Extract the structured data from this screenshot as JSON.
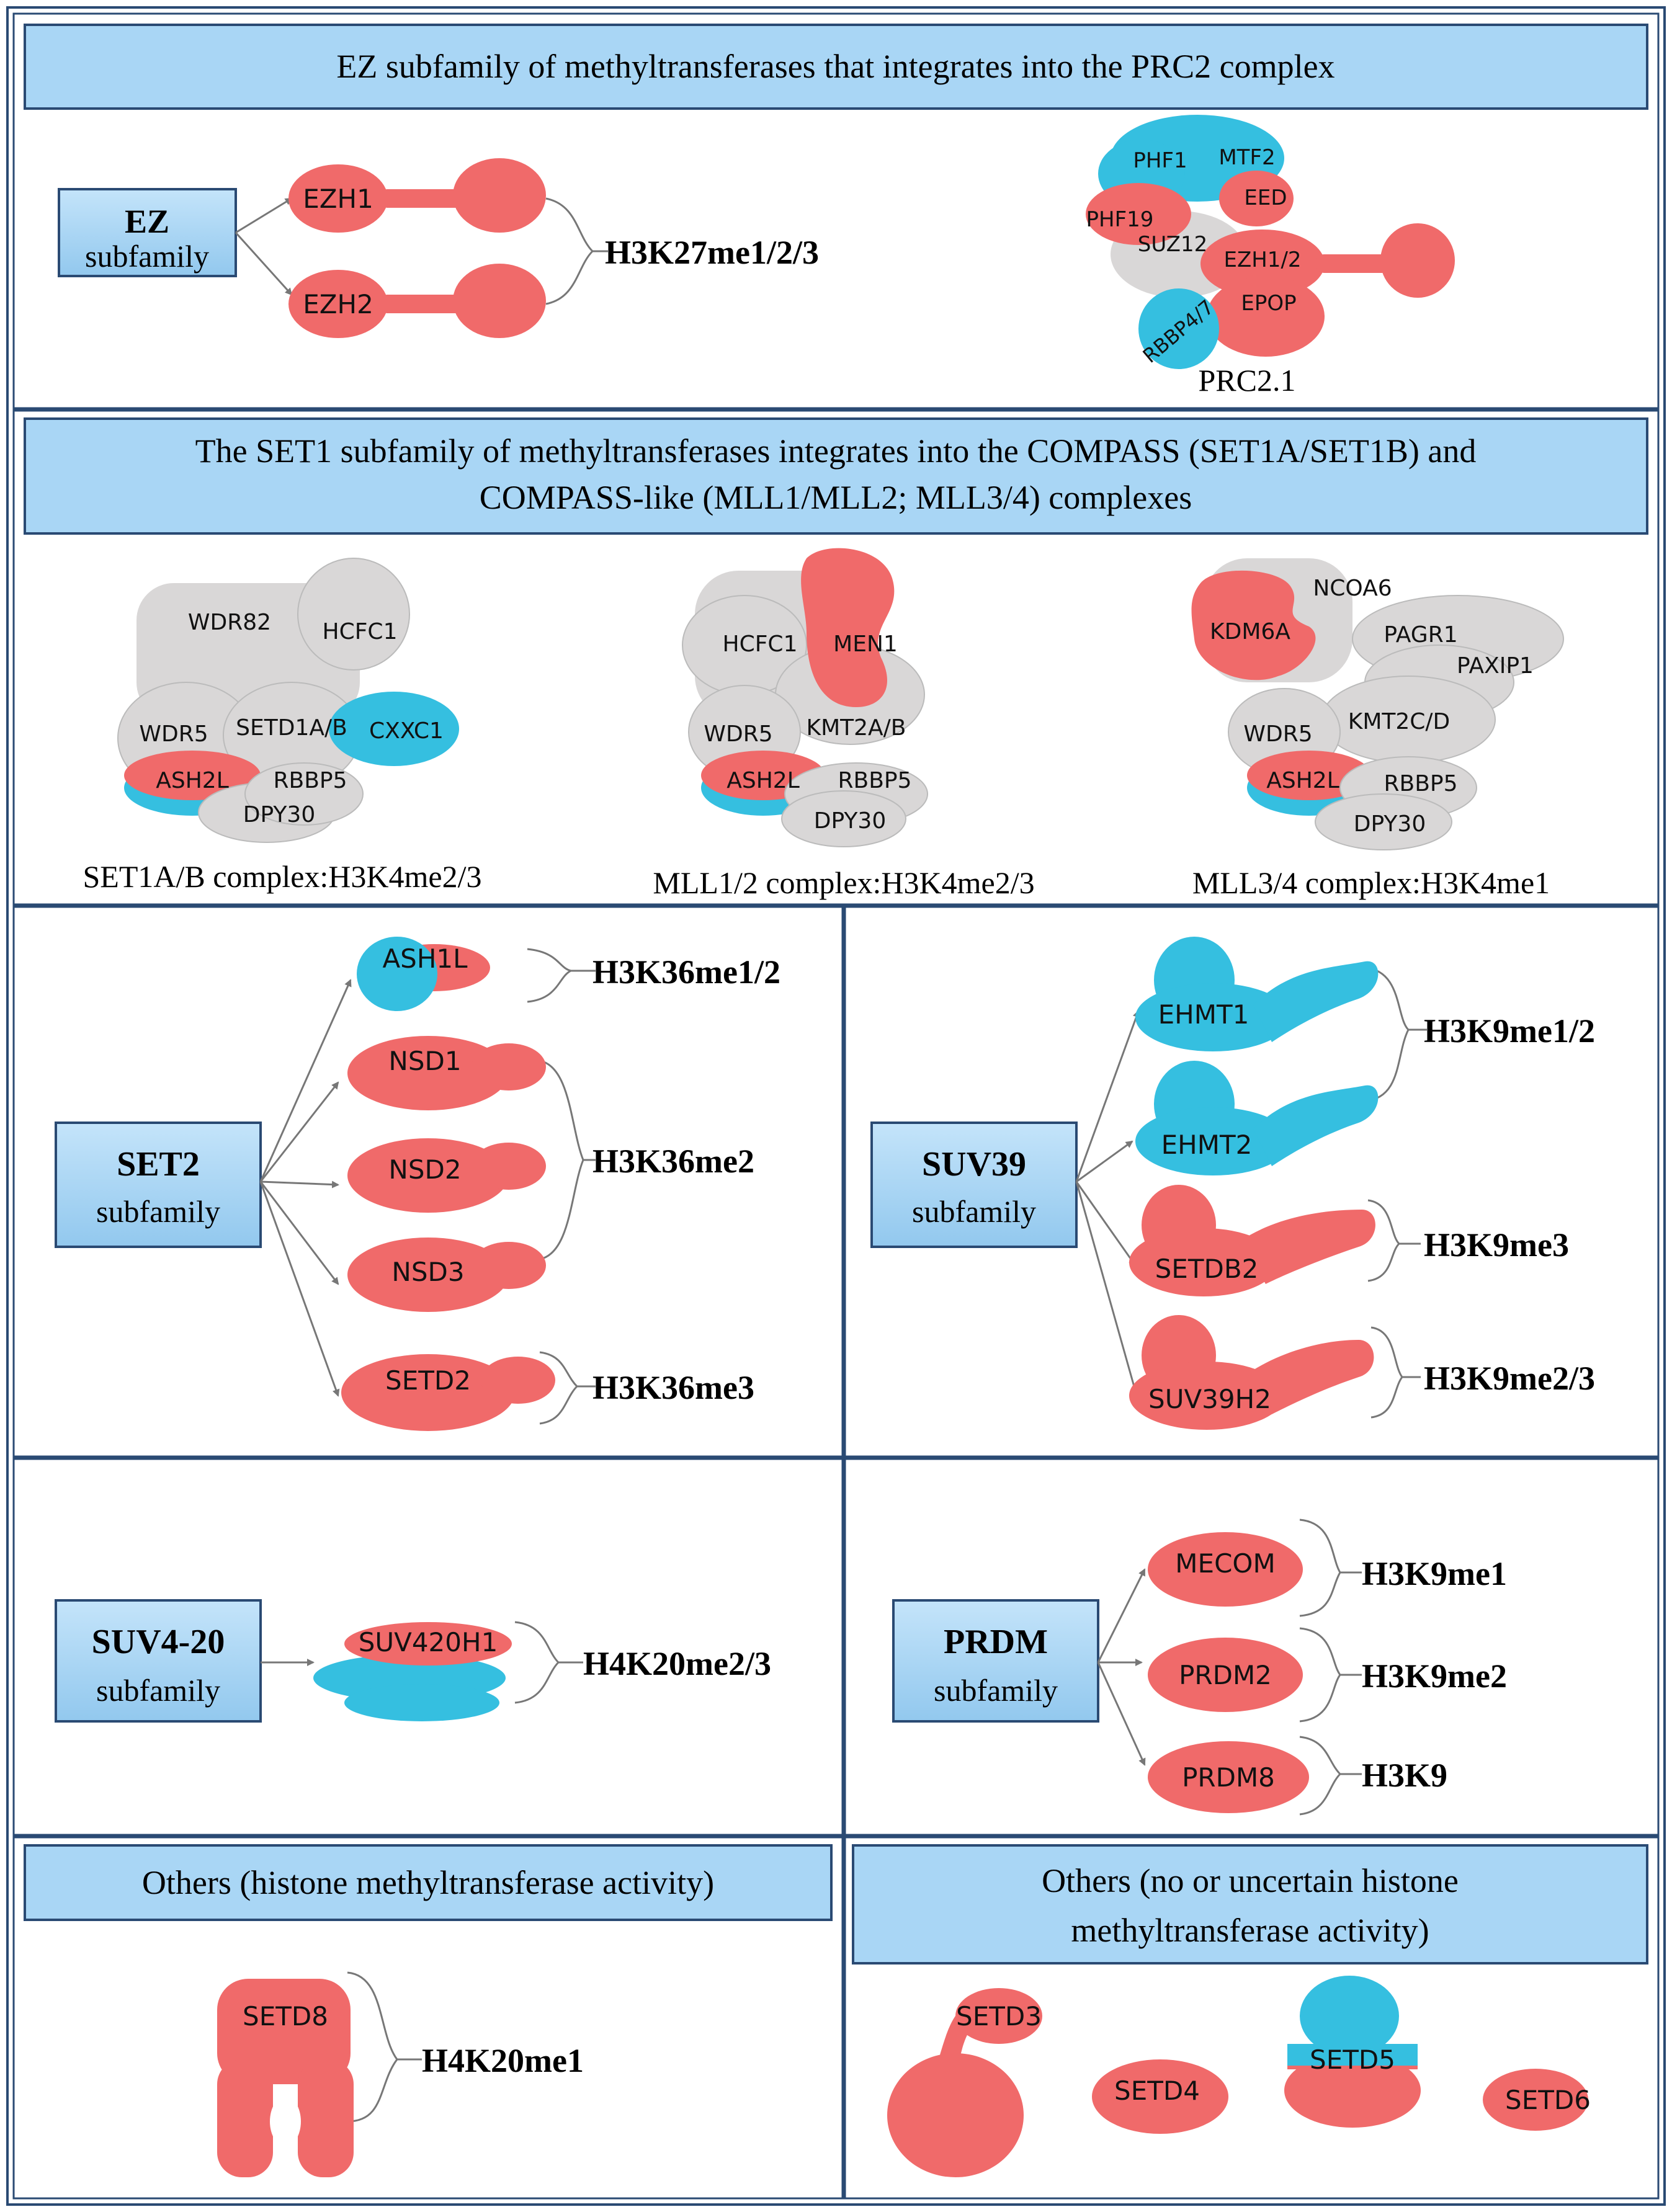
{
  "colors": {
    "red_protein": "#f06a6a",
    "blue_protein": "#35bfe0",
    "grey_protein": "#d9d7d7",
    "banner": "#a9d6f5",
    "frame": "#2a4a73",
    "subfamily_box": "#a9d6f5"
  },
  "ez": {
    "banner": "EZ subfamily of methyltransferases that integrates into the PRC2 complex",
    "box_name": "EZ",
    "box_sub": "subfamily",
    "proteins": [
      "EZH1",
      "EZH2"
    ],
    "mark": "H3K27me1/2/3",
    "complex_name": "PRC2.1",
    "complex_labels": [
      "PHF1",
      "MTF2",
      "EED",
      "PHF19",
      "SUZ12",
      "EZH1/2",
      "RBBP4/7",
      "EPOP"
    ]
  },
  "set1": {
    "banner_line1": "The SET1 subfamily of methyltransferases integrates into the COMPASS (SET1A/SET1B) and",
    "banner_line2": "COMPASS-like (MLL1/MLL2; MLL3/4) complexes",
    "complex1": {
      "labels": [
        "WDR82",
        "HCFC1",
        "WDR5",
        "SETD1A/B",
        "CXXC1",
        "ASH2L",
        "RBBP5",
        "DPY30"
      ],
      "caption": "SET1A/B complex:H3K4me2/3"
    },
    "complex2": {
      "labels": [
        "HCFC1",
        "MEN1",
        "WDR5",
        "KMT2A/B",
        "ASH2L",
        "RBBP5",
        "DPY30"
      ],
      "caption": "MLL1/2 complex:H3K4me2/3"
    },
    "complex3": {
      "labels": [
        "NCOA6",
        "KDM6A",
        "PAGR1",
        "PAXIP1",
        "WDR5",
        "KMT2C/D",
        "ASH2L",
        "RBBP5",
        "DPY30"
      ],
      "caption": "MLL3/4 complex:H3K4me1"
    }
  },
  "set2": {
    "box_name": "SET2",
    "box_sub": "subfamily",
    "proteins": [
      "ASH1L",
      "NSD1",
      "NSD2",
      "NSD3",
      "SETD2"
    ],
    "marks": [
      "H3K36me1/2",
      "H3K36me2",
      "H3K36me3"
    ]
  },
  "suv39": {
    "box_name": "SUV39",
    "box_sub": "subfamily",
    "proteins": [
      "EHMT1",
      "EHMT2",
      "SETDB2",
      "SUV39H2"
    ],
    "marks": [
      "H3K9me1/2",
      "H3K9me3",
      "H3K9me2/3"
    ]
  },
  "suv420": {
    "box_name": "SUV4-20",
    "box_sub": "subfamily",
    "proteins": [
      "SUV420H1"
    ],
    "marks": [
      "H4K20me2/3"
    ]
  },
  "prdm": {
    "box_name": "PRDM",
    "box_sub": "subfamily",
    "proteins": [
      "MECOM",
      "PRDM2",
      "PRDM8"
    ],
    "marks": [
      "H3K9me1",
      "H3K9me2",
      "H3K9"
    ]
  },
  "others_active": {
    "banner": "Others (histone methyltransferase activity)",
    "proteins": [
      "SETD8"
    ],
    "marks": [
      "H4K20me1"
    ]
  },
  "others_uncertain": {
    "banner_line1": "Others (no or uncertain histone",
    "banner_line2": "methyltransferase activity)",
    "proteins": [
      "SETD3",
      "SETD4",
      "SETD5",
      "SETD6"
    ]
  }
}
